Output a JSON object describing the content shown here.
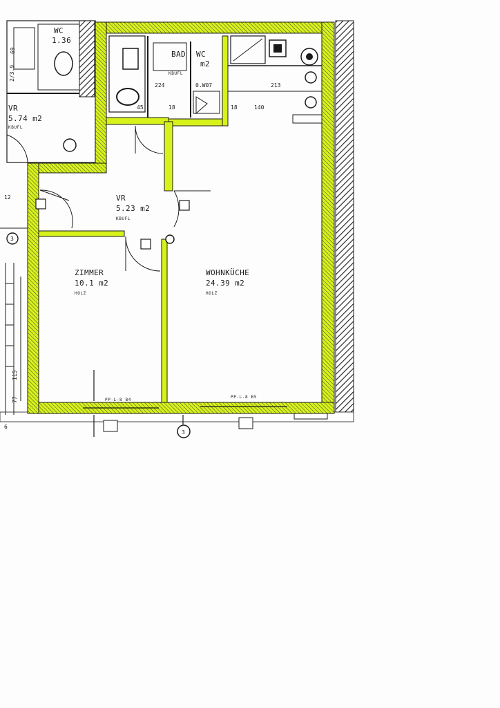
{
  "rooms": [
    {
      "id": "vr-top",
      "name": "VR",
      "area": "5.74 m2",
      "floor": "KBUFL"
    },
    {
      "id": "wc-top",
      "name": "WC",
      "area": "1.36",
      "floor": ""
    },
    {
      "id": "bad",
      "name": "BAD",
      "area": "",
      "floor": "KBUFL"
    },
    {
      "id": "wc",
      "name": "WC",
      "area": "m2",
      "floor": ""
    },
    {
      "id": "vr",
      "name": "VR",
      "area": "5.23 m2",
      "floor": "KBUFL"
    },
    {
      "id": "zimmer",
      "name": "ZIMMER",
      "area": "10.1 m2",
      "floor": "HOLZ"
    },
    {
      "id": "wohnkueche",
      "name": "WOHNKÜCHE",
      "area": "24.39 m2",
      "floor": "HOLZ"
    }
  ],
  "dimensions": {
    "d224": "224",
    "d097": "0.W07",
    "d213": "213",
    "d140": "140",
    "d45": "45",
    "d18a": "18",
    "d18b": "18",
    "d69": "69",
    "d12": "12",
    "d115": "115",
    "d77": "77",
    "d6": "6",
    "d_left": "2/3.9"
  },
  "window_labels": {
    "w1": "PP-L-8 B4",
    "w2": "PP-L-8 B5"
  },
  "axis_markers": {
    "m3": "3",
    "mS": "3"
  },
  "colors": {
    "highlight": "#d7f21a",
    "line": "#1a1a1a",
    "hatch": "#2a2a2a"
  }
}
